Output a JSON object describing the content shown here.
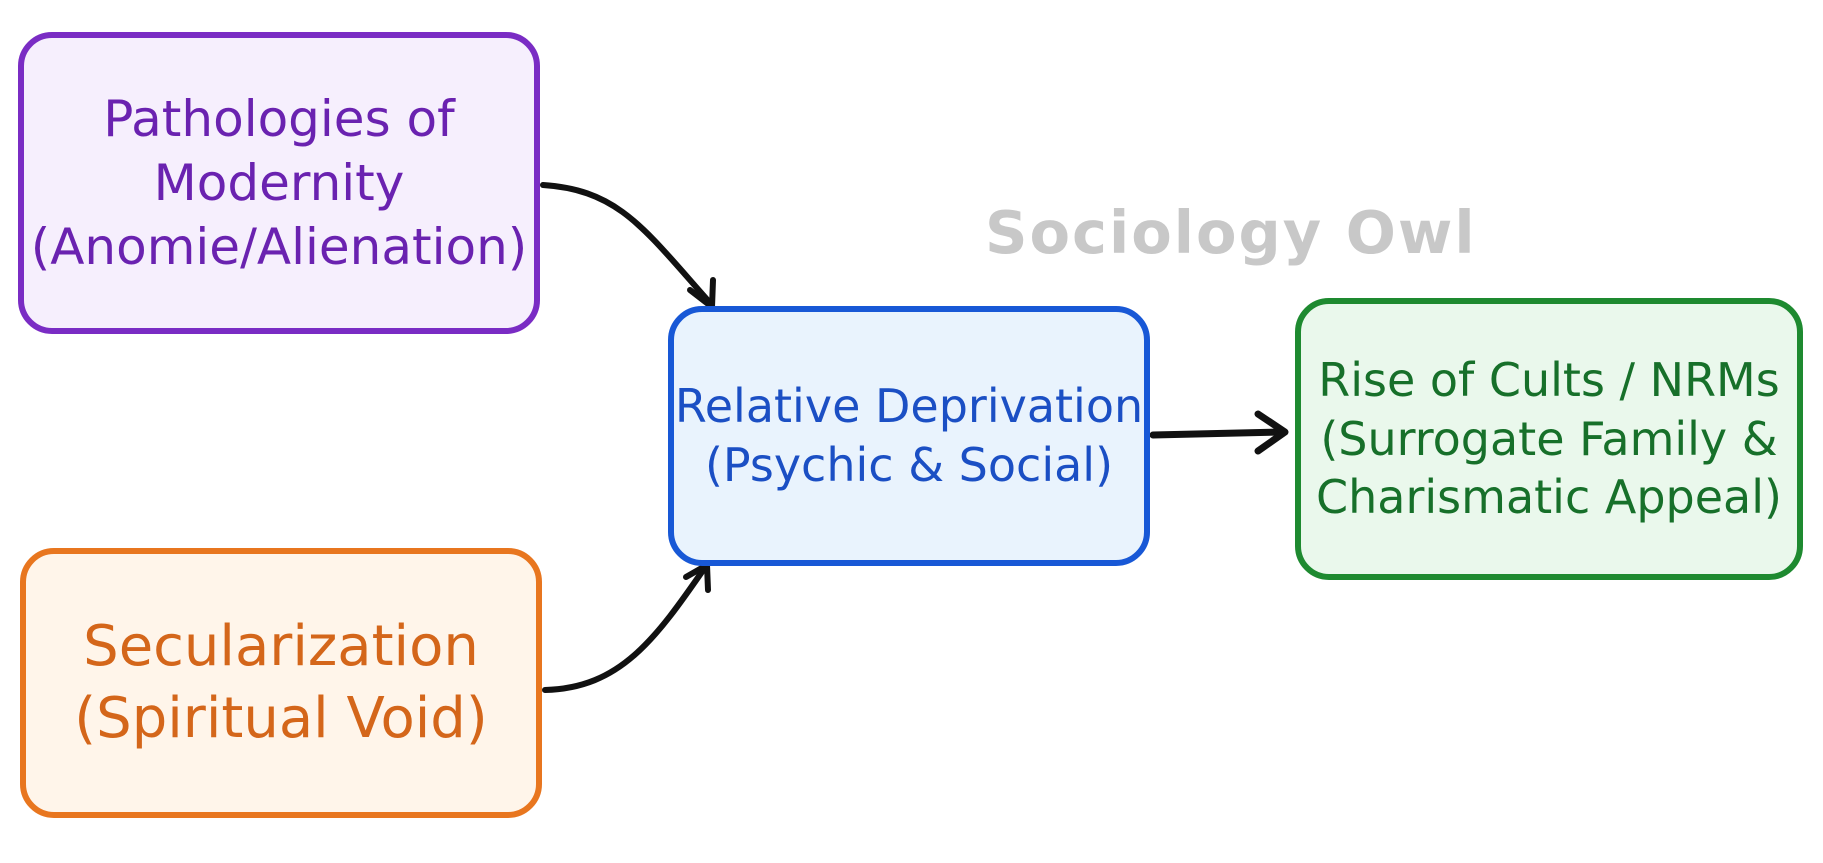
{
  "watermark": {
    "text": "Sociology Owl",
    "color": "#c8c8c8"
  },
  "nodes": {
    "pathologies": {
      "lines": [
        "Pathologies of",
        "Modernity",
        "(Anomie/Alienation)"
      ],
      "text_color": "#6a22b0",
      "border_color": "#7a2cc4",
      "fill_color": "#f6effd"
    },
    "secularization": {
      "lines": [
        "Secularization",
        "(Spiritual Void)"
      ],
      "text_color": "#d4661a",
      "border_color": "#e8761f",
      "fill_color": "#fff5ea"
    },
    "relative_deprivation": {
      "lines": [
        "Relative Deprivation",
        "(Psychic & Social)"
      ],
      "text_color": "#1b4fc4",
      "border_color": "#1858d6",
      "fill_color": "#e9f3fd"
    },
    "rise_of_cults": {
      "lines": [
        "Rise of Cults / NRMs",
        "(Surrogate Family &",
        "Charismatic Appeal)"
      ],
      "text_color": "#17702a",
      "border_color": "#1e8a30",
      "fill_color": "#eaf8ec"
    }
  },
  "edges": [
    {
      "from": "pathologies",
      "to": "relative_deprivation"
    },
    {
      "from": "secularization",
      "to": "relative_deprivation"
    },
    {
      "from": "relative_deprivation",
      "to": "rise_of_cults"
    }
  ],
  "arrow_color": "#111111"
}
